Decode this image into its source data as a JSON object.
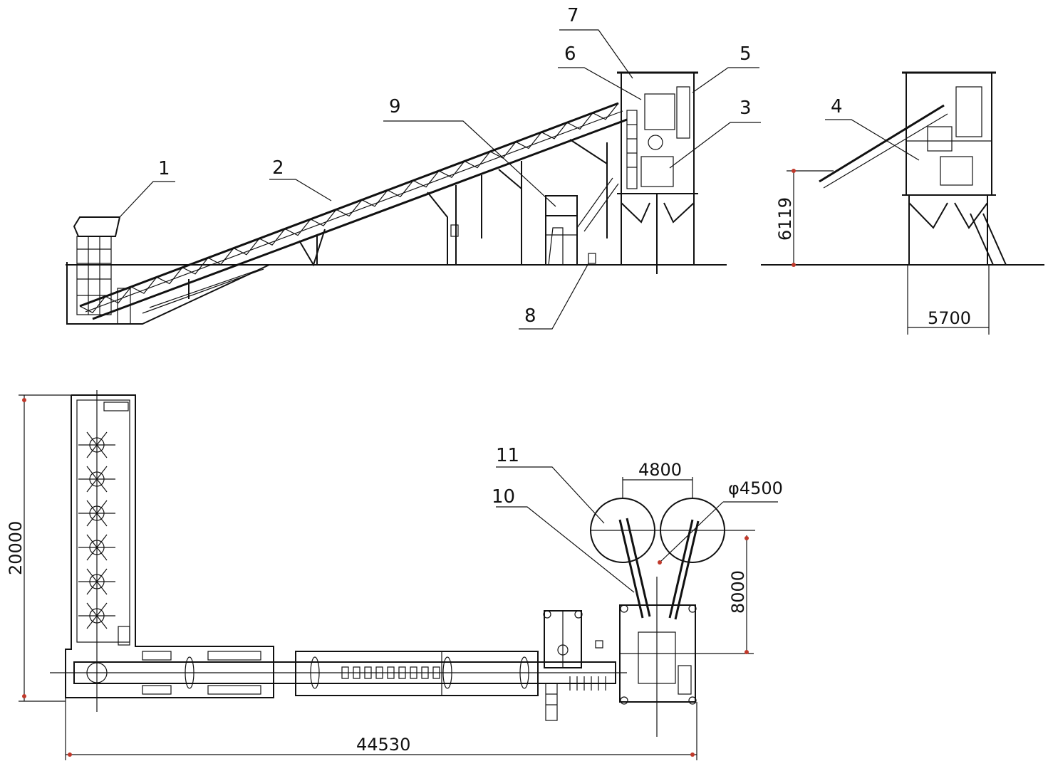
{
  "labels": {
    "l1": "1",
    "l2": "2",
    "l3": "3",
    "l4": "4",
    "l5": "5",
    "l6": "6",
    "l7": "7",
    "l8": "8",
    "l9": "9",
    "l10": "10",
    "l11": "11"
  },
  "dimensions": {
    "height_side": "6119",
    "width_side": "5700",
    "plan_height": "20000",
    "plan_length": "44530",
    "silo_spacing": "4800",
    "silo_diameter": "φ4500",
    "silo_offset": "8000"
  },
  "colors": {
    "line": "#111111",
    "dimension_marker": "#c0392b"
  }
}
